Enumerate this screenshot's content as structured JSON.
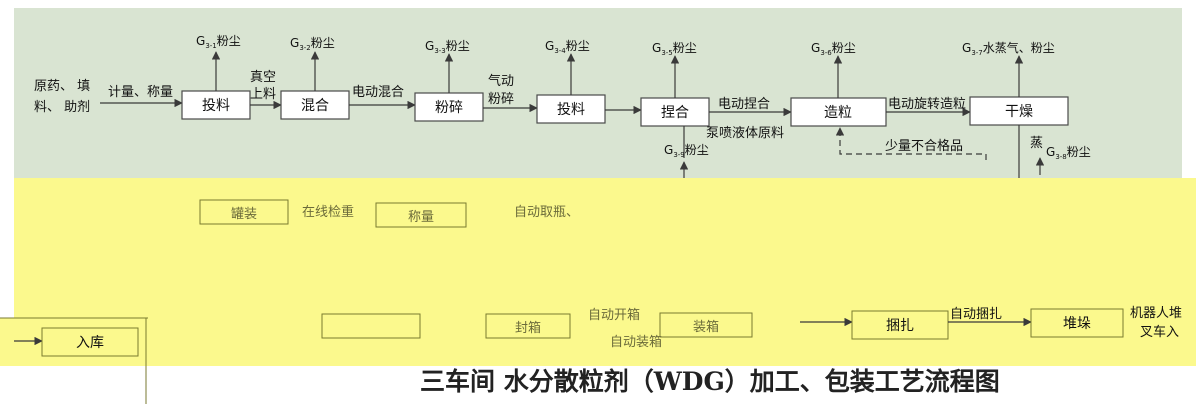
{
  "emissions": {
    "g1": {
      "base": "G",
      "sub": "3-1",
      "text": "粉尘"
    },
    "g2": {
      "base": "G",
      "sub": "3-2",
      "text": "粉尘"
    },
    "g3": {
      "base": "G",
      "sub": "3-3",
      "text": "粉尘"
    },
    "g4": {
      "base": "G",
      "sub": "3-4",
      "text": "粉尘"
    },
    "g5": {
      "base": "G",
      "sub": "3-5",
      "text": "粉尘"
    },
    "g6": {
      "base": "G",
      "sub": "3-6",
      "text": "粉尘"
    },
    "g7": {
      "base": "G",
      "sub": "3-7",
      "text": "水蒸气、粉尘"
    },
    "g9": {
      "base": "G",
      "sub": "3-9",
      "text": "粉尘"
    },
    "g8": {
      "base": "G",
      "sub": "3-8",
      "text": "粉尘"
    }
  },
  "process": {
    "raw_line1": "原药、 填",
    "raw_line2": "料、 助剂",
    "step_weigh": "计量、称量",
    "box_feed1": "投料",
    "step_vacuum_1": "真空",
    "step_vacuum_2": "上料",
    "box_mix": "混合",
    "step_elec_mix": "电动混合",
    "box_crush": "粉碎",
    "step_pneu_1": "气动",
    "step_pneu_2": "粉碎",
    "box_feed2": "投料",
    "box_knead": "捏合",
    "step_elec_knead": "电动捏合",
    "step_pump": "泵喷液体原料",
    "box_granulate": "造粒",
    "step_rotary": "电动旋转造粒",
    "box_dry": "干燥",
    "reject_note": "少量不合格品",
    "steam_label": "蒸"
  },
  "packing": {
    "box_a": "罐装",
    "step_a": "在线检重",
    "box_b": "称量",
    "step_b": "自动取瓶、",
    "box_store": "入库",
    "box_seal": "封箱",
    "step_open": "自动开箱",
    "step_box": "自动装箱",
    "box_pack": "装箱",
    "box_bundle": "捆扎",
    "step_bundle": "自动捆扎",
    "box_stack": "堆垛",
    "note_robot_1": "机器人堆",
    "note_robot_2": "叉车入"
  },
  "title": "三车间  水分散粒剂（WDG）加工、包装工艺流程图",
  "colors": {
    "upper_bg": "#d9e4d2",
    "lower_bg": "#fbf98d",
    "line": "#3a3a3a",
    "title": "#222222"
  }
}
